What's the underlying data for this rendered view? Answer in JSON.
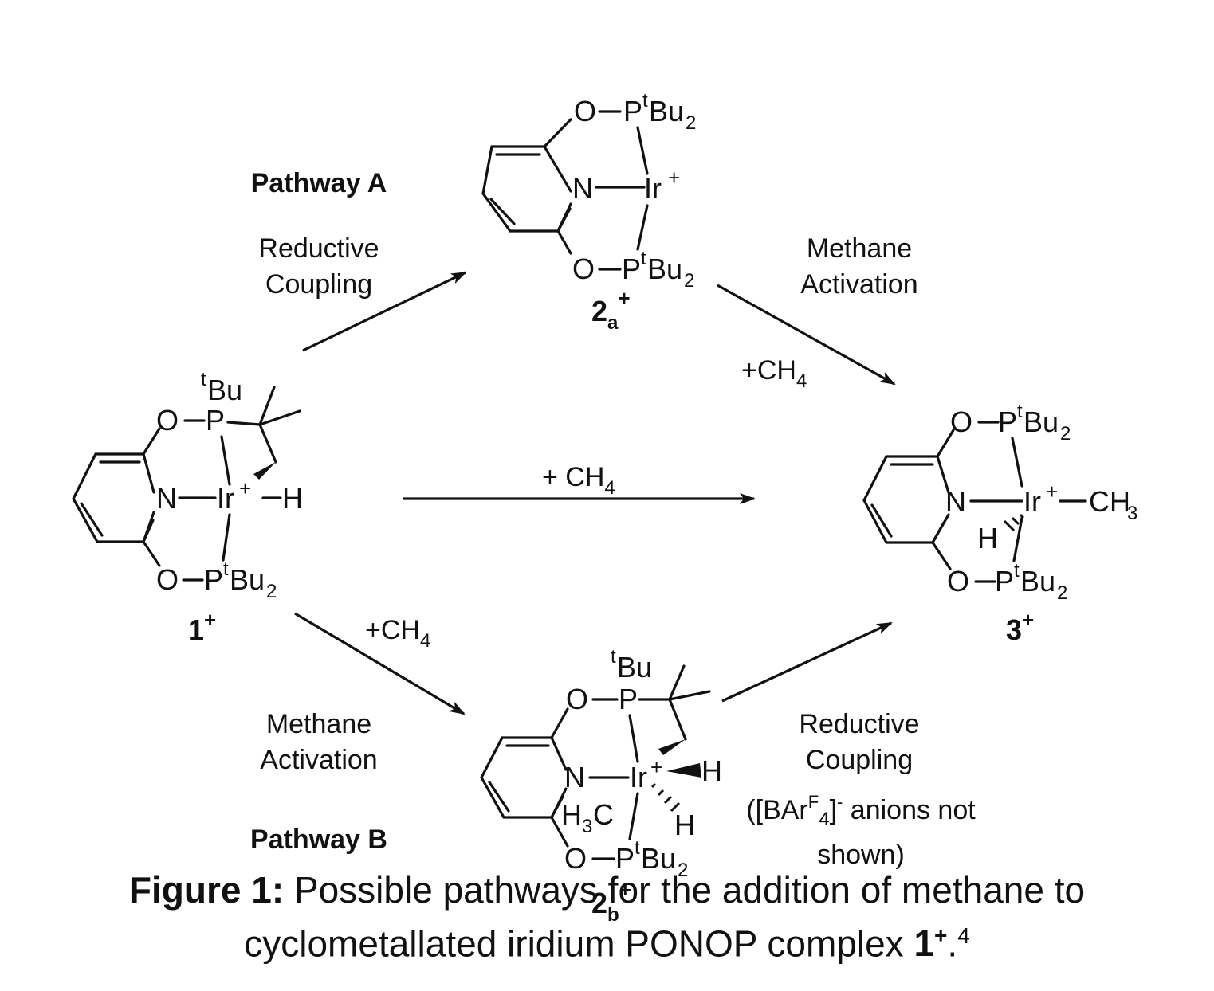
{
  "pathways": {
    "a_title": "Pathway A",
    "b_title": "Pathway B"
  },
  "arrows": {
    "a1_label_line1": "Reductive",
    "a1_label_line2": "Coupling",
    "a2_label_line1": "Methane",
    "a2_label_line2": "Activation",
    "a2_reagent": "+CH",
    "a2_reagent_sub": "4",
    "direct_reagent": "+ CH",
    "direct_reagent_sub": "4",
    "b1_reagent": "+CH",
    "b1_reagent_sub": "4",
    "b1_label_line1": "Methane",
    "b1_label_line2": "Activation",
    "b2_label_line1": "Reductive",
    "b2_label_line2": "Coupling"
  },
  "compounds": {
    "c1": {
      "num": "1",
      "charge": "+"
    },
    "c2a": {
      "num": "2",
      "sub": "a",
      "charge": "+"
    },
    "c2b": {
      "num": "2",
      "sub": "b",
      "charge": "+"
    },
    "c3": {
      "num": "3",
      "charge": "+"
    }
  },
  "note": {
    "open": "([BAr",
    "sup_f": "F",
    "sub_4": "4",
    "close": "]",
    "sup_minus": "-",
    "rest": " anions not",
    "line2": "shown)"
  },
  "caption": {
    "label": "Figure 1:",
    "line1": " Possible pathways for the addition of methane to",
    "line2_pre": "cyclometallated iridium PONOP complex ",
    "ref_num": "1",
    "ref_charge": "+",
    "period": ".",
    "citation": "4"
  }
}
